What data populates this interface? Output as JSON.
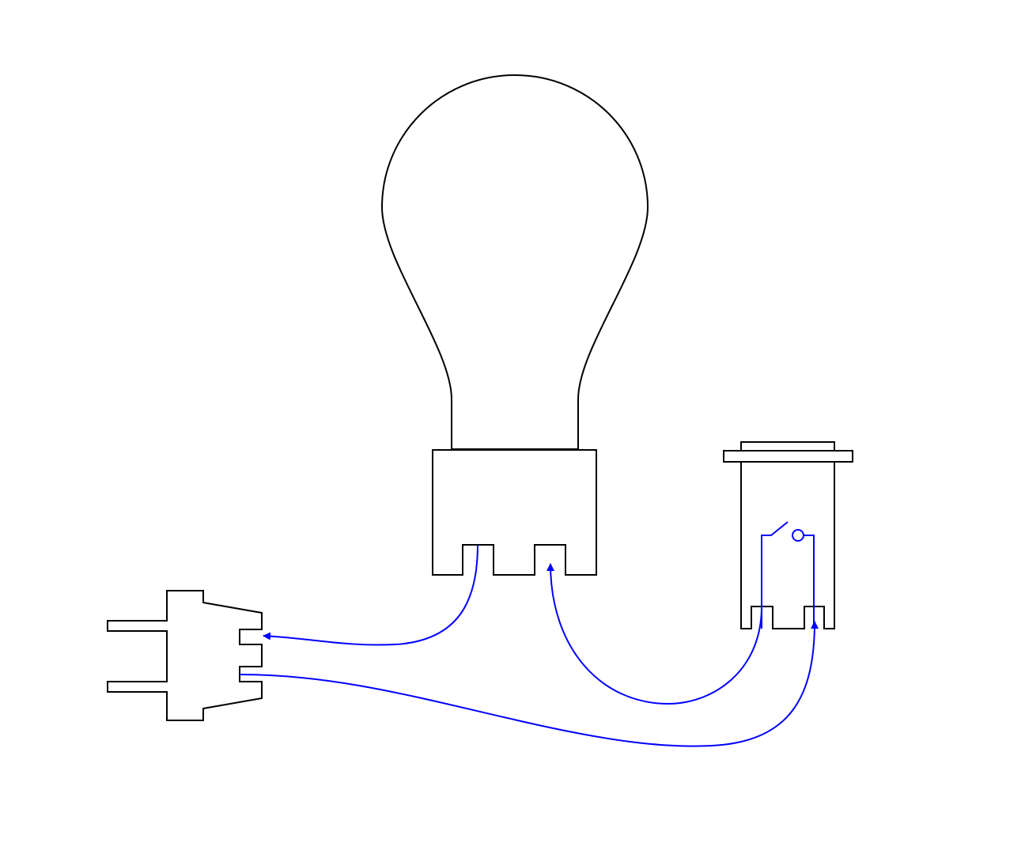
{
  "colors": {
    "outline": "#000000",
    "wire": "#0000ff",
    "background": "#ffffff"
  },
  "components": [
    {
      "name": "light-bulb",
      "kind": "bulb",
      "terminals": 2
    },
    {
      "name": "switch-box",
      "kind": "switch",
      "terminals": 2
    },
    {
      "name": "wall-plug",
      "kind": "plug",
      "terminals": 2
    }
  ],
  "connections": [
    {
      "from": "light-bulb",
      "to": "wall-plug",
      "arrow_at": "wall-plug"
    },
    {
      "from": "switch-box",
      "to": "light-bulb",
      "arrow_at": "light-bulb"
    },
    {
      "from": "wall-plug",
      "to": "switch-box",
      "arrow_at": "switch-box"
    }
  ]
}
